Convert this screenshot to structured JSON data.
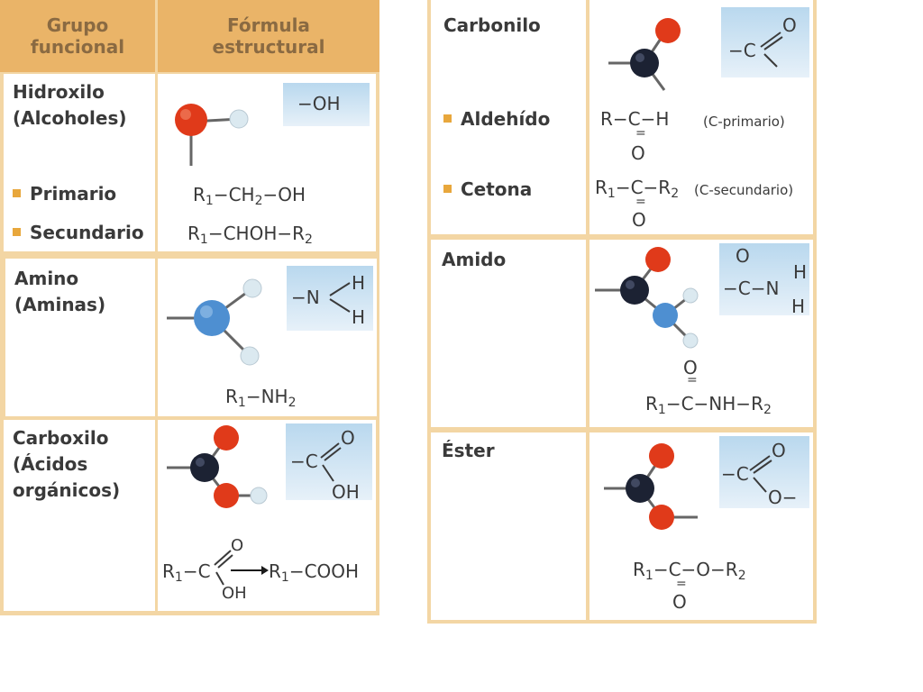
{
  "header": {
    "group": "Grupo funcional",
    "formula": "Fórmula estructural"
  },
  "hydroxyl": {
    "name_line1": "Hidroxilo",
    "name_line2": "(Alcoholes)",
    "badge": "−OH",
    "primary_label": "Primario",
    "secondary_label": "Secundario",
    "primary_formula": "R1−CH2−OH",
    "secondary_formula": "R1−CHOH−R2"
  },
  "amino": {
    "name_line1": "Amino",
    "name_line2": "(Aminas)",
    "badge_n": "−N",
    "badge_h": "H",
    "formula": "R1−NH2"
  },
  "carboxyl": {
    "name_line1": "Carboxilo",
    "name_line2": "(Ácidos",
    "name_line3": "orgánicos)",
    "badge_c": "−C",
    "badge_o": "O",
    "badge_oh": "OH",
    "formula_left": "R1−C",
    "formula_right": "R1−COOH"
  },
  "carbonyl": {
    "name": "Carbonilo",
    "badge_c": "−C",
    "badge_o": "O",
    "aldehyde_label": "Aldehído",
    "ketone_label": "Cetona",
    "aldehyde_formula": "R−C−H",
    "aldehyde_note": "(C-primario)",
    "ketone_formula": "R1−C−R2",
    "ketone_note": "(C-secundario)",
    "oxygen": "O"
  },
  "amide": {
    "name": "Amido",
    "badge_c": "−C−N",
    "badge_o": "O",
    "badge_h": "H",
    "formula": "R1−C−NH−R2",
    "oxygen": "O"
  },
  "ester": {
    "name": "Éster",
    "badge_c": "−C",
    "badge_o": "O",
    "badge_o2": "O−",
    "formula": "R1−C−O−R2",
    "oxygen": "O"
  },
  "colors": {
    "oxygen": "#e03a1a",
    "carbon": "#1c2233",
    "nitrogen": "#4e8fd1",
    "hydrogen": "#dbe9f0",
    "header": "#eab468"
  }
}
